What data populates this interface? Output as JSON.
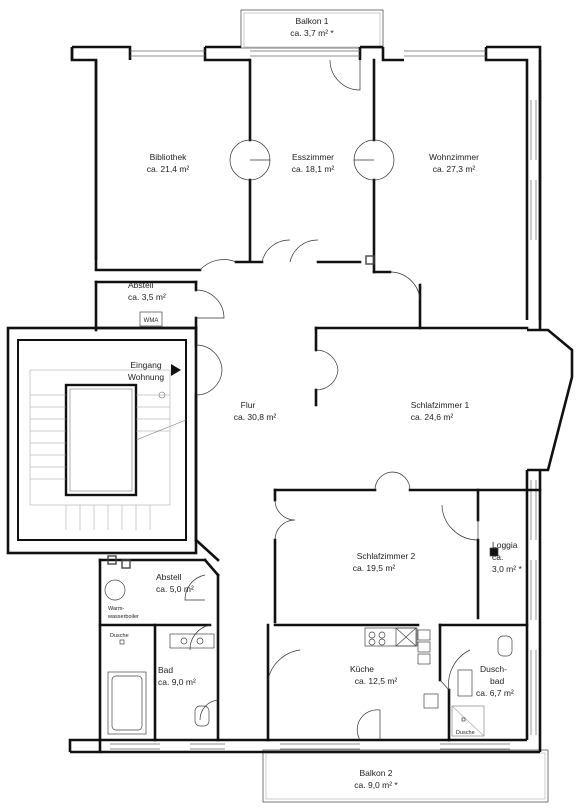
{
  "rooms": {
    "balkon1": {
      "name": "Balkon 1",
      "area": "ca. 3,7 m² *"
    },
    "bibliothek": {
      "name": "Bibliothek",
      "area": "ca. 21,4 m²"
    },
    "esszimmer": {
      "name": "Esszimmer",
      "area": "ca. 18,1 m²"
    },
    "wohnzimmer": {
      "name": "Wohnzimmer",
      "area": "ca. 27,3 m²"
    },
    "abstell1": {
      "name": "Abstell",
      "area": "ca. 3,5 m²"
    },
    "eingang": {
      "name": "Eingang",
      "name2": "Wohnung"
    },
    "flur": {
      "name": "Flur",
      "area": "ca. 30,8 m²"
    },
    "schlafzimmer1": {
      "name": "Schlafzimmer 1",
      "area": "ca. 24,6 m²"
    },
    "schlafzimmer2": {
      "name": "Schlafzimmer 2",
      "area": "ca. 19,5 m²"
    },
    "loggia": {
      "name": "Loggia",
      "area": "ca.",
      "area2": "3,0 m² *"
    },
    "abstell2": {
      "name": "Abstell",
      "area": "ca. 5,0 m²"
    },
    "bad": {
      "name": "Bad",
      "area": "ca. 9,0 m²"
    },
    "kueche": {
      "name": "Küche",
      "area": "ca. 12,5 m²"
    },
    "duschbad": {
      "name": "Dusch-",
      "name2": "bad",
      "area": "ca. 6,7 m²"
    },
    "balkon2": {
      "name": "Balkon 2",
      "area": "ca. 9,0 m² *"
    }
  },
  "fixtures": {
    "wma": "WMA",
    "warmwasser_1": "Warm-",
    "warmwasser_2": "wasserboiler",
    "dusche_bad": "Dusche",
    "dusche_duschbad": "Dusche"
  }
}
